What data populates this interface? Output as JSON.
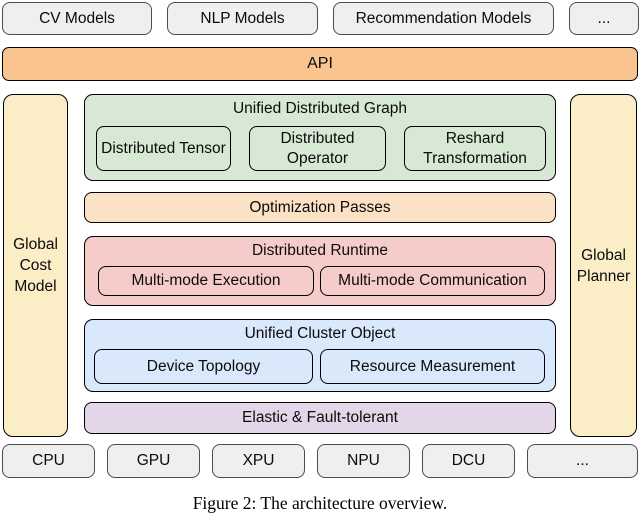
{
  "model_layer": {
    "items": [
      {
        "label": "CV Models"
      },
      {
        "label": "NLP Models"
      },
      {
        "label": "Recommendation Models"
      },
      {
        "label": "..."
      }
    ]
  },
  "api": {
    "label": "API"
  },
  "left_column": {
    "label": "Global Cost Model"
  },
  "right_column": {
    "label": "Global Planner"
  },
  "sections": {
    "graph": {
      "title": "Unified Distributed Graph",
      "items": [
        "Distributed Tensor",
        "Distributed Operator",
        "Reshard Transformation"
      ]
    },
    "optimization": {
      "title": "Optimization Passes"
    },
    "runtime": {
      "title": "Distributed Runtime",
      "items": [
        "Multi-mode Execution",
        "Multi-mode Communication"
      ]
    },
    "cluster": {
      "title": "Unified Cluster Object",
      "items": [
        "Device Topology",
        "Resource Measurement"
      ]
    },
    "elastic": {
      "title": "Elastic & Fault-tolerant"
    }
  },
  "hardware_layer": {
    "items": [
      {
        "label": "CPU"
      },
      {
        "label": "GPU"
      },
      {
        "label": "XPU"
      },
      {
        "label": "NPU"
      },
      {
        "label": "DCU"
      },
      {
        "label": "..."
      }
    ]
  },
  "caption": "Figure 2: The architecture overview.",
  "colors": {
    "api_fill": "#FAC48E",
    "model_box_fill": "#EFEFEF",
    "model_box_border": "#4D4D4D",
    "graph_fill": "#D7E8D4",
    "optimization_fill": "#FBE2C4",
    "runtime_fill": "#F6CCCA",
    "cluster_fill": "#D9E8FB",
    "elastic_fill": "#E2D6E8",
    "side_column_fill": "#FBEEC6",
    "hardware_box_fill": "#EFEFEF",
    "border": "#000000"
  }
}
